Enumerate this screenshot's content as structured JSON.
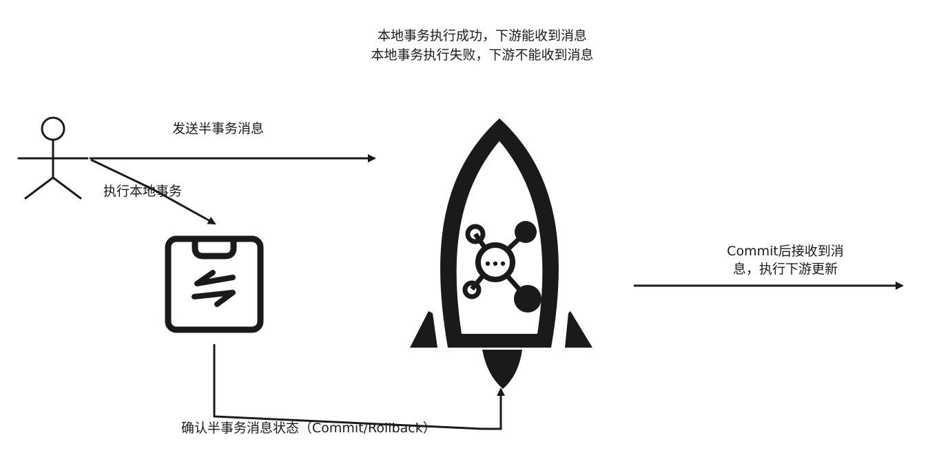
{
  "top_note": {
    "line1": "本地事务执行成功，下游能收到消息",
    "line2": "本地事务执行失败，下游不能收到消息"
  },
  "edges": {
    "send_half_message": "发送半事务消息",
    "execute_local_transaction": "执行本地事务",
    "downstream_line1": "Commit后接收到消",
    "downstream_line2": "息，执行下游更新",
    "confirm_status": "确认半事务消息状态（Commit/Rollback）"
  },
  "icons": {
    "producer": "actor-icon",
    "local_transaction": "clipboard-transfer-icon",
    "message_queue": "rocket-icon",
    "rocket_payload": "network-hub-icon"
  },
  "colors": {
    "ink": "#1a1a1a",
    "background": "#ffffff"
  }
}
